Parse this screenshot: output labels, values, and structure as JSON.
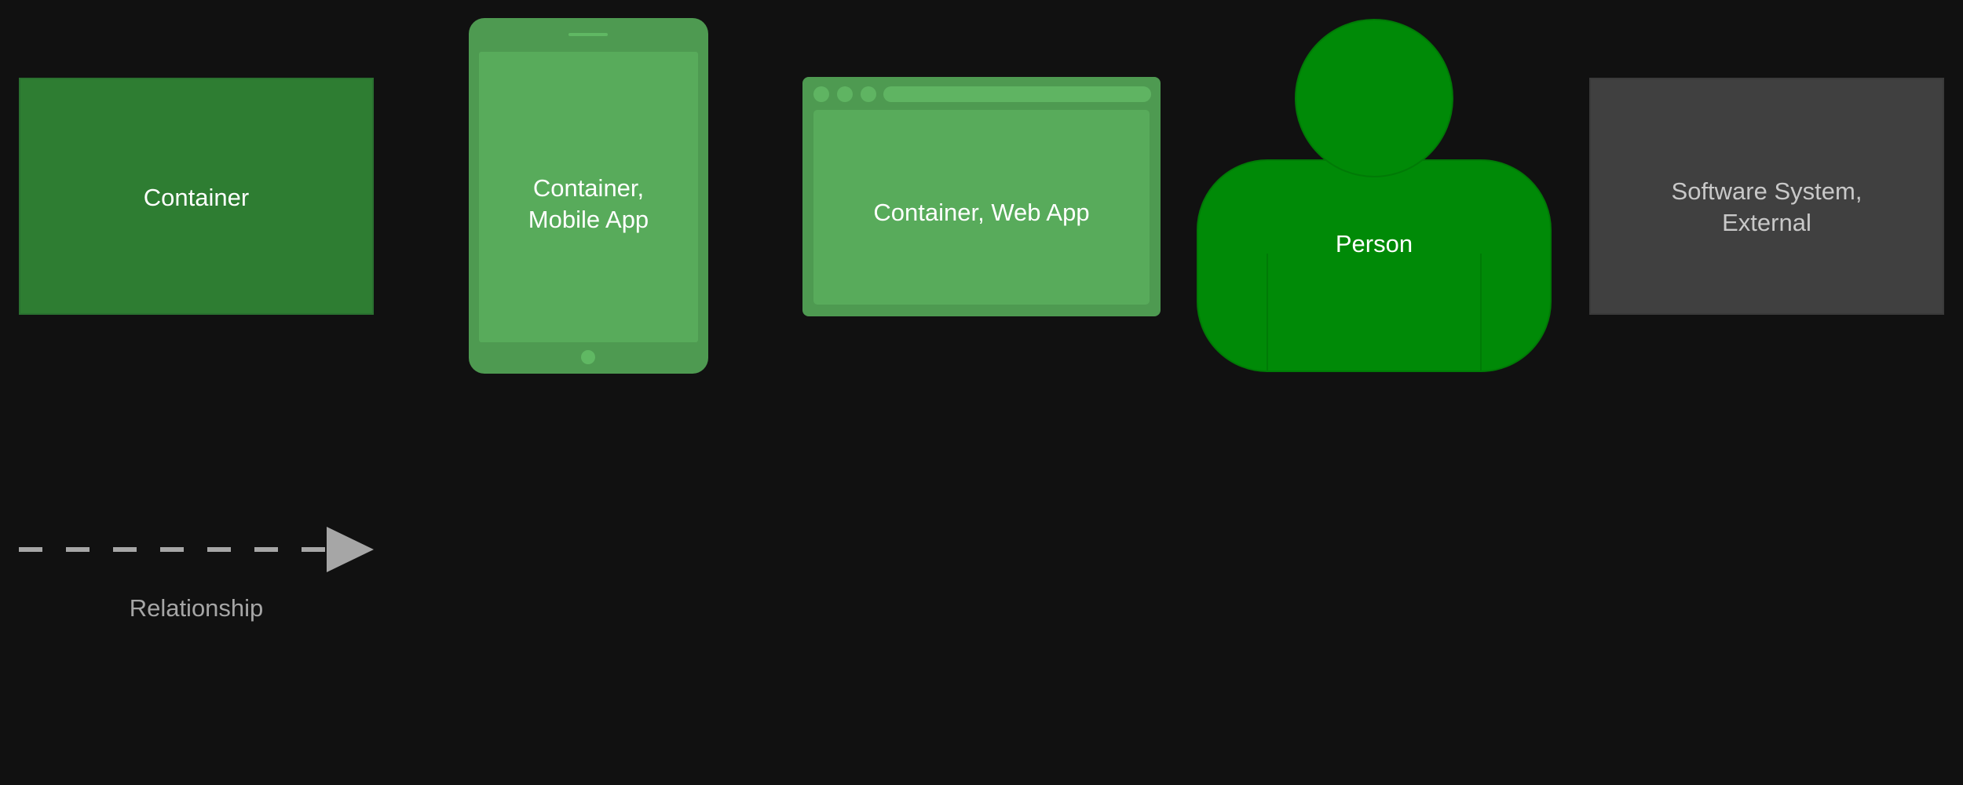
{
  "legend": {
    "container": {
      "label": "Container",
      "color": "#2e7d32"
    },
    "mobile_app": {
      "label": "Container,\nMobile App",
      "color": "#4e9a51"
    },
    "web_app": {
      "label": "Container, Web App",
      "color": "#4e9a51"
    },
    "person": {
      "label": "Person",
      "color": "#008a07"
    },
    "external_system": {
      "label": "Software System,\nExternal",
      "color": "#404040"
    },
    "relationship": {
      "label": "Relationship",
      "color": "#a6a6a6",
      "style": "dashed"
    }
  }
}
